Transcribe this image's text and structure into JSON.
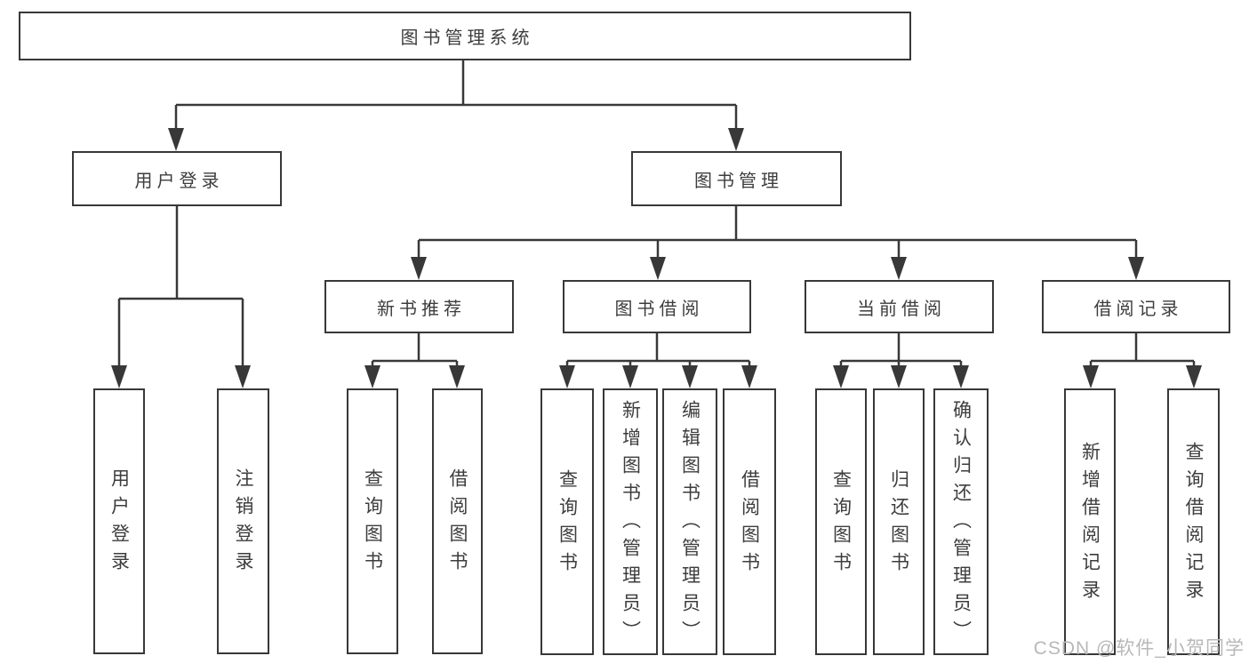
{
  "diagram_type": "hierarchy-tree",
  "colors": {
    "line": "#383838",
    "box_border": "#383838",
    "text": "#3d3d3d",
    "watermark": "#b8b8b8",
    "background": "#ffffff"
  },
  "tree": {
    "label": "图书管理系统",
    "children": [
      {
        "label": "用户登录",
        "children": [
          {
            "label": "用户登录"
          },
          {
            "label": "注销登录"
          }
        ]
      },
      {
        "label": "图书管理",
        "children": [
          {
            "label": "新书推荐",
            "children": [
              {
                "label": "查询图书"
              },
              {
                "label": "借阅图书"
              }
            ]
          },
          {
            "label": "图书借阅",
            "children": [
              {
                "label": "查询图书"
              },
              {
                "label": "新增图书（管理员）"
              },
              {
                "label": "编辑图书（管理员）"
              },
              {
                "label": "借阅图书"
              }
            ]
          },
          {
            "label": "当前借阅",
            "children": [
              {
                "label": "查询图书"
              },
              {
                "label": "归还图书"
              },
              {
                "label": "确认归还（管理员）"
              }
            ]
          },
          {
            "label": "借阅记录",
            "children": [
              {
                "label": "新增借阅记录"
              },
              {
                "label": "查询借阅记录"
              }
            ]
          }
        ]
      }
    ]
  },
  "watermark": {
    "text": "CSDN @软件_小贺同学"
  }
}
